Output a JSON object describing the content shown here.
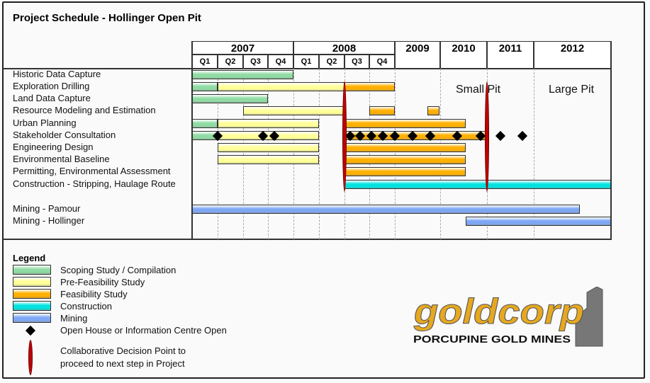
{
  "title": "Project Schedule - Hollinger Open Pit",
  "header": {
    "years": [
      "2007",
      "2008",
      "2009",
      "2010",
      "2011",
      "2012"
    ],
    "quarters": [
      "Q1",
      "Q2",
      "Q3",
      "Q4",
      "Q1",
      "Q2",
      "Q3",
      "Q4"
    ]
  },
  "phases": {
    "scoping": {
      "label": "Scoping Study / Compilation",
      "color": "#8fdca3"
    },
    "prefeas": {
      "label": "Pre-Feasibility Study",
      "color": "#ffff99"
    },
    "feas": {
      "label": "Feasibility Study",
      "color": "#ffb000"
    },
    "construction": {
      "label": "Construction",
      "color": "#00e3e0"
    },
    "mining": {
      "label": "Mining",
      "color": "#7ea8f5"
    }
  },
  "rows": [
    {
      "label": "Historic Data Capture",
      "bars": [
        {
          "phase": "scoping",
          "start": 2007.0,
          "end": 2008.0
        }
      ],
      "diamonds": []
    },
    {
      "label": "Exploration Drilling",
      "bars": [
        {
          "phase": "scoping",
          "start": 2007.0,
          "end": 2007.25
        },
        {
          "phase": "prefeas",
          "start": 2007.25,
          "end": 2008.5
        },
        {
          "phase": "feas",
          "start": 2008.5,
          "end": 2009.0
        }
      ],
      "diamonds": []
    },
    {
      "label": "Land Data Capture",
      "bars": [
        {
          "phase": "scoping",
          "start": 2007.0,
          "end": 2007.75
        }
      ],
      "diamonds": []
    },
    {
      "label": "Resource Modeling and Estimation",
      "bars": [
        {
          "phase": "prefeas",
          "start": 2007.5,
          "end": 2008.5
        },
        {
          "phase": "feas",
          "start": 2008.75,
          "end": 2009.0
        },
        {
          "phase": "feas",
          "start": 2009.72,
          "end": 2009.98
        }
      ],
      "diamonds": []
    },
    {
      "label": "Urban Planning",
      "bars": [
        {
          "phase": "scoping",
          "start": 2007.0,
          "end": 2007.25
        },
        {
          "phase": "prefeas",
          "start": 2007.25,
          "end": 2008.25
        },
        {
          "phase": "feas",
          "start": 2008.5,
          "end": 2010.55
        }
      ],
      "diamonds": []
    },
    {
      "label": "Stakeholder Consultation",
      "bars": [
        {
          "phase": "scoping",
          "start": 2007.0,
          "end": 2007.25
        },
        {
          "phase": "prefeas",
          "start": 2007.25,
          "end": 2008.25
        },
        {
          "phase": "feas",
          "start": 2008.5,
          "end": 2011.0
        }
      ],
      "diamonds": [
        2007.25,
        2007.7,
        2007.81,
        2008.56,
        2008.66,
        2008.77,
        2008.88,
        2009.0,
        2009.39,
        2009.78,
        2010.36,
        2010.86,
        2011.29,
        2011.76
      ]
    },
    {
      "label": "Engineering Design",
      "bars": [
        {
          "phase": "prefeas",
          "start": 2007.25,
          "end": 2008.25
        },
        {
          "phase": "feas",
          "start": 2008.5,
          "end": 2010.55
        }
      ],
      "diamonds": []
    },
    {
      "label": "Environmental Baseline",
      "bars": [
        {
          "phase": "prefeas",
          "start": 2007.25,
          "end": 2008.25
        },
        {
          "phase": "feas",
          "start": 2008.5,
          "end": 2010.55
        }
      ],
      "diamonds": []
    },
    {
      "label": "Permitting, Environmental Assessment",
      "bars": [
        {
          "phase": "feas",
          "start": 2008.5,
          "end": 2010.55
        }
      ],
      "diamonds": []
    },
    {
      "label": "Construction - Stripping, Haulage Route",
      "bars": [
        {
          "phase": "construction",
          "start": 2008.5,
          "end": 2013.0
        }
      ],
      "diamonds": []
    },
    {
      "label": "Mining  -  Pamour",
      "bars": [
        {
          "phase": "mining",
          "start": 2007.0,
          "end": 2012.6
        }
      ],
      "diamonds": []
    },
    {
      "label": "Mining  -  Hollinger",
      "bars": [
        {
          "phase": "mining",
          "start": 2010.55,
          "end": 2013.0
        }
      ],
      "diamonds": []
    }
  ],
  "decision_points": [
    2008.5,
    2011.0
  ],
  "decision_color": "#c00000",
  "annotations": {
    "small_pit": "Small Pit",
    "large_pit": "Large Pit"
  },
  "legend": {
    "title": "Legend",
    "items": [
      "Scoping Study / Compilation",
      "Pre-Feasibility Study",
      "Feasibility Study",
      "Construction",
      "Mining"
    ],
    "diamond_label": "Open House or Information Centre Open",
    "decision_label_1": "Collaborative Decision Point to",
    "decision_label_2": "proceed to next step in Project"
  },
  "logo": {
    "brand": "goldcorp",
    "subtitle": "Porcupine Gold Mines"
  }
}
